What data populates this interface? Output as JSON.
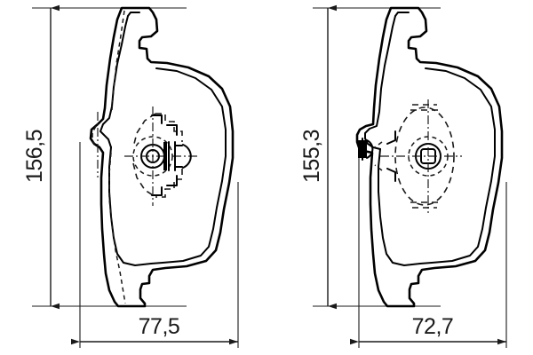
{
  "document": {
    "type": "technical-drawing",
    "title": "Brake Pad Dimensional Drawing",
    "background_color": "#ffffff",
    "line_color": "#000000",
    "units": "mm",
    "decimal_separator": ","
  },
  "views": [
    {
      "id": "left-view",
      "name": "brake-pad-left",
      "dimensions": {
        "height_label": "156,5",
        "width_label": "77,5"
      }
    },
    {
      "id": "right-view",
      "name": "brake-pad-right",
      "dimensions": {
        "height_label": "155,3",
        "width_label": "72,7"
      }
    }
  ],
  "labels": {
    "left_height": "156,5",
    "left_width": "77,5",
    "right_height": "155,3",
    "right_width": "72,7"
  }
}
